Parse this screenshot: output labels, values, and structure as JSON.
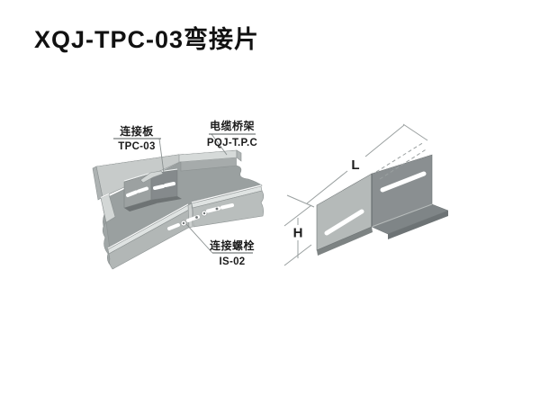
{
  "page": {
    "title": "XQJ-TPC-03弯接片"
  },
  "left_figure": {
    "labels": {
      "plate": {
        "name": "连接板",
        "code": "TPC-03"
      },
      "tray": {
        "name": "电缆桥架",
        "code": "PQJ-T.P.C"
      },
      "bolt": {
        "name": "连接螺栓",
        "code": "IS-02"
      }
    }
  },
  "right_figure": {
    "dimension_length": "L",
    "dimension_height": "H"
  },
  "colors": {
    "background": "#ffffff",
    "title_text": "#111111",
    "label_text": "#1c1c1c",
    "tray_rail_light": "#d6dad9",
    "tray_top_band": "#dfe3e2",
    "tray_wall_outer": "#c7cbca",
    "tray_wall_front": "#b2b7b6",
    "tray_wall_front_right": "#b9bebd",
    "tray_wall_inner": "#a6abab",
    "tray_floor": "#9aa0a0",
    "plate_left_lit": "#9ca1a1",
    "plate_right_shadow": "#858a8c",
    "piece_plate_light": "#b5bab9",
    "piece_plate_dark": "#8a8f91",
    "piece_flange_top": "#7f8587",
    "piece_flange_front": "#6d7375",
    "plate_foot_dark": "#6e7374",
    "dim_line": "#9aa0a0"
  }
}
